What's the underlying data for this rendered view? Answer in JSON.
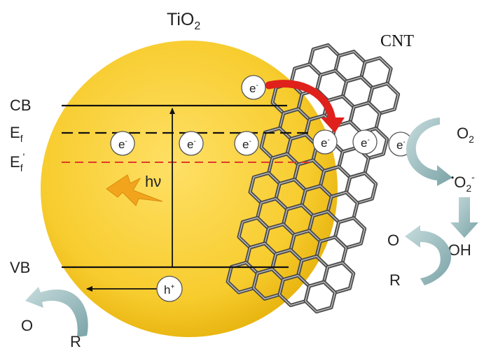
{
  "labels": {
    "tio2_main": "TiO",
    "tio2_sub": "2",
    "cnt": "CNT",
    "cb": "CB",
    "ef_main": "E",
    "ef_sub": "f",
    "ef2_main": "E",
    "ef2_sub": "f",
    "ef2_sup": "'",
    "vb": "VB",
    "hv": "hν",
    "o2_main": "O",
    "o2_sub": "2",
    "superoxide_dot": "•",
    "superoxide_main": "O",
    "superoxide_sub": "2",
    "superoxide_sup": "-",
    "hydroxyl": "•OH",
    "right_o": "O",
    "right_r": "R",
    "left_o": "O",
    "left_r": "R"
  },
  "particles": {
    "electron_main": "e",
    "electron_sup": "-",
    "hole_main": "h",
    "hole_sup": "+"
  },
  "colors": {
    "sphere_center": "#ffe066",
    "sphere_edge": "#e8b40f",
    "band_line": "#111111",
    "ef_prime_line": "#e03a2a",
    "transfer_arrow": "#e0201b",
    "cycle_arrow": "#8fb5b8",
    "lightning": "#f2a41c",
    "cnt_stroke": "#4a4a4a"
  }
}
